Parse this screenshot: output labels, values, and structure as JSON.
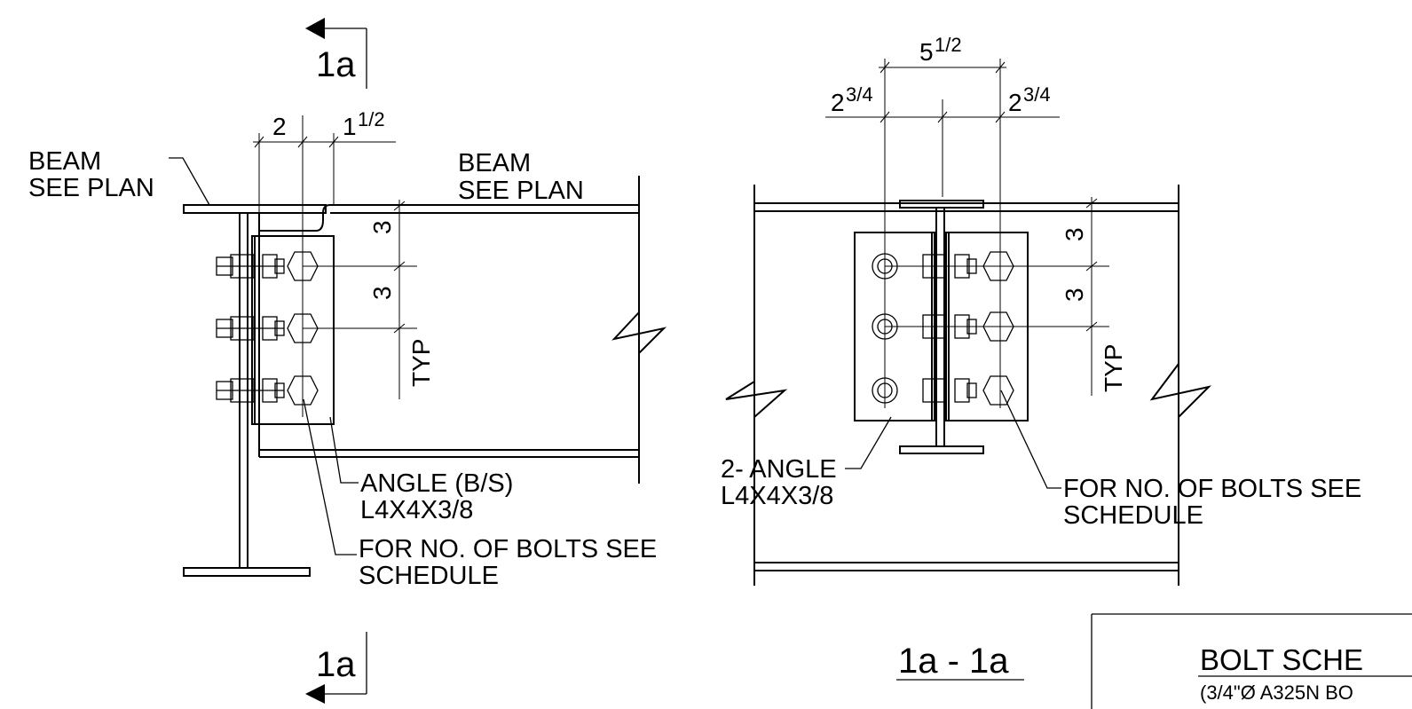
{
  "left_view": {
    "beam_label_1": [
      "BEAM",
      "SEE PLAN"
    ],
    "beam_label_2": [
      "BEAM",
      "SEE PLAN"
    ],
    "dim_2": "2",
    "dim_1_half": "1",
    "dim_1_half_frac": "1/2",
    "dim_3_upper": "3",
    "dim_3_lower": "3",
    "dim_typ": "TYP",
    "angle_label": [
      "ANGLE (B/S)",
      "L4X4X3/8"
    ],
    "bolts_label": [
      "FOR NO. OF BOLTS SEE",
      "SCHEDULE"
    ],
    "section_marker_top": "1a",
    "section_marker_bottom": "1a"
  },
  "section_view": {
    "dim_5_half": "5",
    "dim_5_half_frac": "1/2",
    "dim_2_3q_left": "2",
    "dim_2_3q_left_frac": "3/4",
    "dim_2_3q_right": "2",
    "dim_2_3q_right_frac": "3/4",
    "dim_3_upper": "3",
    "dim_3_lower": "3",
    "dim_typ": "TYP",
    "angle_label": [
      "2- ANGLE",
      "L4X4X3/8"
    ],
    "bolts_label": [
      "FOR NO. OF BOLTS SEE",
      "SCHEDULE"
    ],
    "section_title": "1a - 1a"
  },
  "schedule": {
    "title": "BOLT SCHE",
    "subtitle": "(3/4\"Ø A325N BO"
  }
}
